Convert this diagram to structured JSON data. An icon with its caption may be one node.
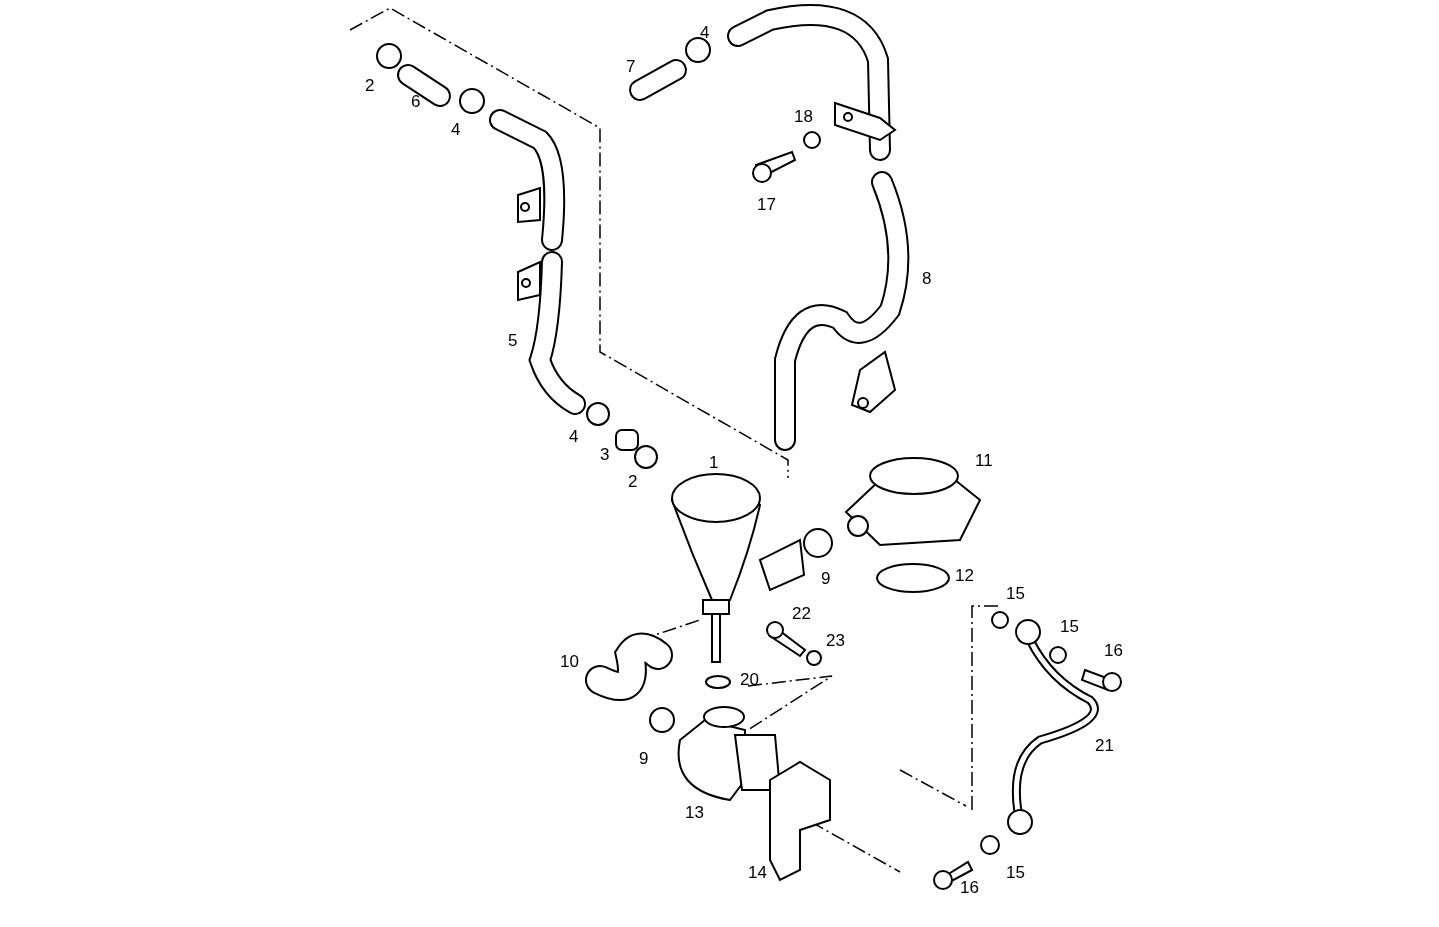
{
  "diagram": {
    "labels": [
      "4",
      "7",
      "2",
      "6",
      "18",
      "4",
      "17",
      "8",
      "5",
      "4",
      "3",
      "1",
      "11",
      "2",
      "12",
      "9",
      "15",
      "22",
      "15",
      "23",
      "16",
      "10",
      "20",
      "21",
      "9",
      "13",
      "14",
      "15",
      "16"
    ]
  }
}
